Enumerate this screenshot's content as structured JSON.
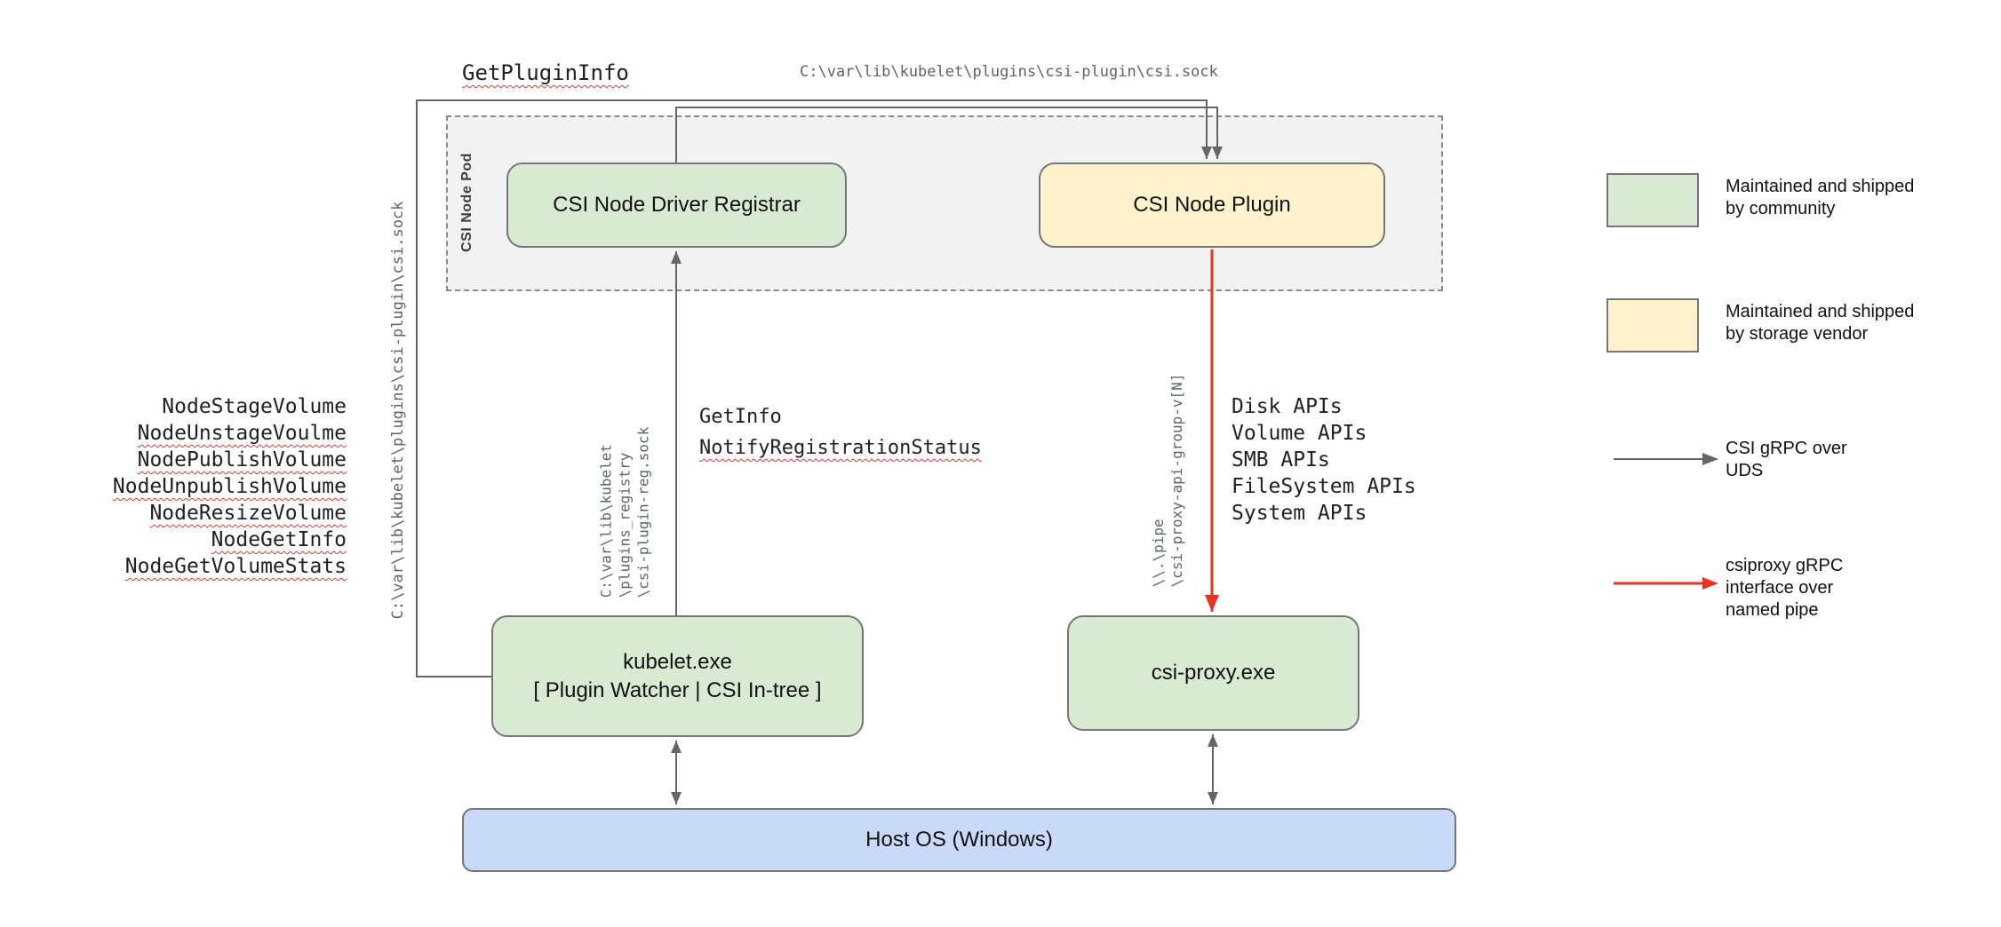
{
  "colors": {
    "green": "#d9ead3",
    "yellow": "#fff2cc",
    "blue": "#c9daf8",
    "arrow_gray": "#666666",
    "arrow_red": "#ea3323",
    "squiggle": "#e4372f"
  },
  "pod": {
    "label": "CSI Node Pod"
  },
  "nodes": {
    "registrar": "CSI Node Driver Registrar",
    "plugin": "CSI Node Plugin",
    "kubelet_line1": "kubelet.exe",
    "kubelet_line2": "[ Plugin Watcher | CSI In-tree ]",
    "csi_proxy": "csi-proxy.exe",
    "host_os": "Host OS (Windows)"
  },
  "labels": {
    "get_plugin_info": "GetPluginInfo",
    "top_sock_path": "C:\\var\\lib\\kubelet\\plugins\\csi-plugin\\csi.sock",
    "left_sock_path": "C:\\var\\lib\\kubelet\\plugins\\csi-plugin\\csi.sock",
    "get_info": "GetInfo",
    "notify_registration_status": "NotifyRegistrationStatus",
    "registry_sock_lines": [
      "C:\\var\\lib\\kubelet",
      "\\plugins_registry",
      "\\csi-plugin-reg.sock"
    ],
    "pipe_lines": [
      "\\\\.\\pipe",
      "\\csi-proxy-api-group-v[N]"
    ]
  },
  "left_rpcs": [
    "NodeStageVolume",
    "NodeUnstageVoulme",
    "NodePublishVolume",
    "NodeUnpublishVolume",
    "NodeResizeVolume",
    "NodeGetInfo",
    "NodeGetVolumeStats"
  ],
  "api_list": [
    "Disk APIs",
    "Volume APIs",
    "SMB APIs",
    "FileSystem APIs",
    "System APIs"
  ],
  "legend": [
    {
      "type": "swatch",
      "color_key": "green",
      "lines": [
        "Maintained and shipped",
        "by community"
      ]
    },
    {
      "type": "swatch",
      "color_key": "yellow",
      "lines": [
        "Maintained and shipped",
        "by storage vendor"
      ]
    },
    {
      "type": "arrow",
      "color_key": "arrow_gray",
      "lines": [
        "CSI gRPC over",
        "UDS"
      ]
    },
    {
      "type": "arrow",
      "color_key": "arrow_red",
      "lines": [
        "csiproxy gRPC",
        "interface over",
        "named pipe"
      ]
    }
  ]
}
